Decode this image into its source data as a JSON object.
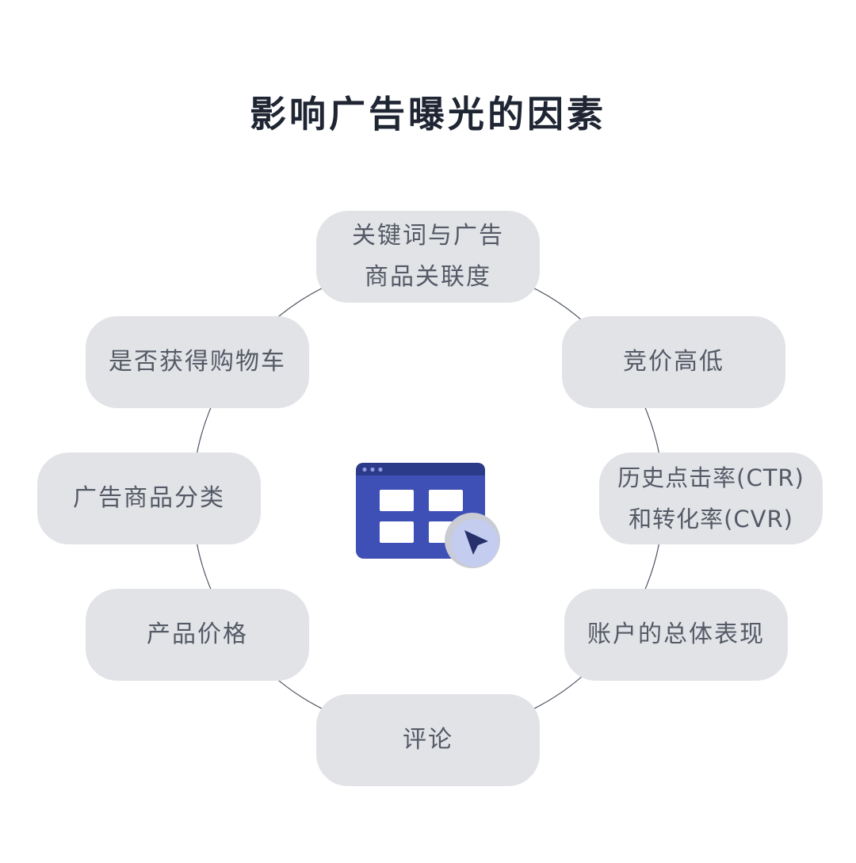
{
  "title": "影响广告曝光的因素",
  "center_icon": "browser-window-cursor-icon",
  "colors": {
    "title": "#1f2533",
    "node_bg": "#e2e3e7",
    "node_text": "#545a66",
    "ring": "#4d5260",
    "icon_blue": "#3e4fb5",
    "icon_dark": "#2c3a8a",
    "cursor_bg": "#c4cdf0",
    "cursor": "#27306b"
  },
  "factors": [
    {
      "id": "keyword-relevance",
      "lines": [
        "关键词与广告",
        "商品关联度"
      ]
    },
    {
      "id": "bid-level",
      "lines": [
        "竞价高低"
      ]
    },
    {
      "id": "ctr-cvr",
      "lines": [
        "历史点击率(CTR)",
        "和转化率(CVR)"
      ]
    },
    {
      "id": "account-performance",
      "lines": [
        "账户的总体表现"
      ]
    },
    {
      "id": "reviews",
      "lines": [
        "评论"
      ]
    },
    {
      "id": "product-price",
      "lines": [
        "产品价格"
      ]
    },
    {
      "id": "product-category",
      "lines": [
        "广告商品分类"
      ]
    },
    {
      "id": "buy-box",
      "lines": [
        "是否获得购物车"
      ]
    }
  ]
}
